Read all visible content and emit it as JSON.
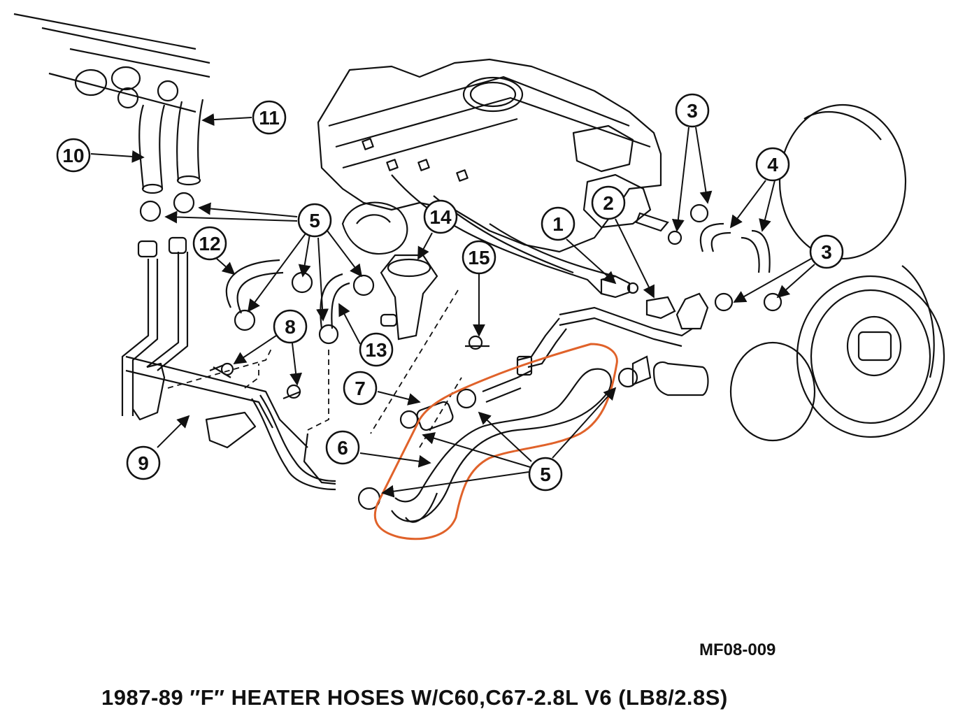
{
  "diagram": {
    "figure_code": "MF08-009",
    "caption": "1987-89 ″F″ HEATER HOSES W/C60,C67-2.8L V6 (LB8/2.8S)",
    "highlight_color": "#e0622a",
    "ink_color": "#111111",
    "callouts": [
      {
        "id": "c10",
        "label": "10"
      },
      {
        "id": "c11",
        "label": "11"
      },
      {
        "id": "c5a",
        "label": "5"
      },
      {
        "id": "c12",
        "label": "12"
      },
      {
        "id": "c14",
        "label": "14"
      },
      {
        "id": "c15",
        "label": "15"
      },
      {
        "id": "c1",
        "label": "1"
      },
      {
        "id": "c2",
        "label": "2"
      },
      {
        "id": "c3a",
        "label": "3"
      },
      {
        "id": "c4",
        "label": "4"
      },
      {
        "id": "c3b",
        "label": "3"
      },
      {
        "id": "c8",
        "label": "8"
      },
      {
        "id": "c13",
        "label": "13"
      },
      {
        "id": "c7",
        "label": "7"
      },
      {
        "id": "c6",
        "label": "6"
      },
      {
        "id": "c9",
        "label": "9"
      },
      {
        "id": "c5b",
        "label": "5"
      }
    ]
  }
}
